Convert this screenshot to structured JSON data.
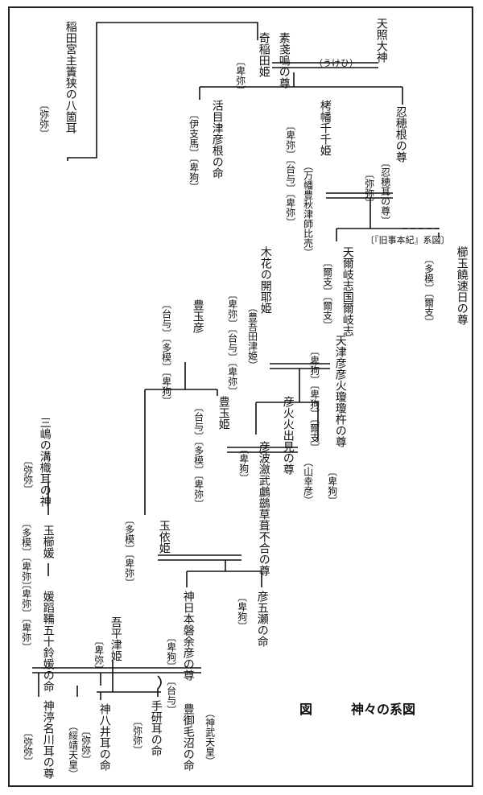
{
  "caption": {
    "label": "図",
    "title": "神々の系図"
  },
  "notes": {
    "ukehi": "（うけひ）",
    "kuji": "〔『旧事本紀』系図〕"
  },
  "names": {
    "amaterasu": "天照大神",
    "susanoo": "素戔嗚の尊",
    "kushinada": "奇稲田姫",
    "kushinada_tag": "〔卑弥〕",
    "inada": "稲田宮主簀狭の八箇耳",
    "inada_tag": "〔弥弥〕",
    "oshihomimi": "忍穂根の尊",
    "oshihomimi_alt": "〔忍穂耳の尊〕",
    "oshihomimi_tag": "〔弥弥〕",
    "takuhata": "栲幡千千姫",
    "takuhata_alt": "（万幡豊秋津師比売）",
    "takuhata_tag": "〔卑弥〕〔台与〕〔卑弥〕",
    "katsuo": "活目津彦根の命",
    "katsuo_tag": "〔伊支馬〕〔卑狗〕",
    "hoakari": "櫛玉饒速日の尊",
    "hoakari_tag": "〔多模〕〔爾支〕",
    "ninigi": "天爾岐志国爾岐志",
    "ninigi_tag": "〔爾支〕〔爾支〕",
    "amatsuhiko": "天津彦彦火瓊瓊杵の尊",
    "amatsuhiko_tag": "〔卑狗〕〔卑狗〕〔爾支〕",
    "konohana": "木花の開耶姫",
    "konohana_alt": "（豊吾田津姫）",
    "konohana_tag": "〔卑弥〕〔台与〕〔卑弥〕",
    "toyotamahiko": "豊玉彦",
    "toyotamahiko_tag": "〔台与〕〔多模〕〔卑狗〕",
    "hohodemi": "彦火火出見の尊",
    "hohodemi_alt": "（山幸彦）",
    "hohodemi_tag": "〔卑狗〕",
    "toyotamahime": "豊玉姫",
    "toyotamahime_tag": "〔台与〕〔多模〕〔卑弥〕",
    "ugaya": "彦波瀲武鸕鷀草葺不合の尊",
    "ugaya_tag": "〔卑狗〕",
    "tamayori": "玉依姫",
    "tamayori_tag": "〔多模〕〔卑弥〕",
    "mishima": "三嶋の溝樴耳の神",
    "mishima_tag": "〔弥弥〕",
    "tamakushi": "玉櫛媛",
    "tamakushi_tag": "〔多模〕〔卑弥〕",
    "himetatara": "媛蹈鞴五十鈴媛の命",
    "himetatara_tag": "〔卑弥〕〔卑弥〕",
    "itsuse": "彦五瀬の命",
    "itsuse_tag": "〔卑狗〕",
    "jimmu": "神日本磐余彦の尊",
    "jimmu_alt": "（神武天皇）",
    "jimmu_tag": "〔卑狗〕",
    "ahira": "吾平津姫",
    "ahira_tag": "〔卑弥〕",
    "toyomike": "豊御毛沼の命",
    "toyomike_tag": "〔台与〕",
    "tagishi": "手研耳の命",
    "tagishi_tag": "〔弥弥〕",
    "kamuyai": "神八井耳の命",
    "kamuyai_tag": "〔弥弥〕",
    "nunakawa": "神渟名川耳の尊",
    "nunakawa_alt": "（綏靖天皇）",
    "nunakawa_tag": "〔弥弥〕"
  }
}
